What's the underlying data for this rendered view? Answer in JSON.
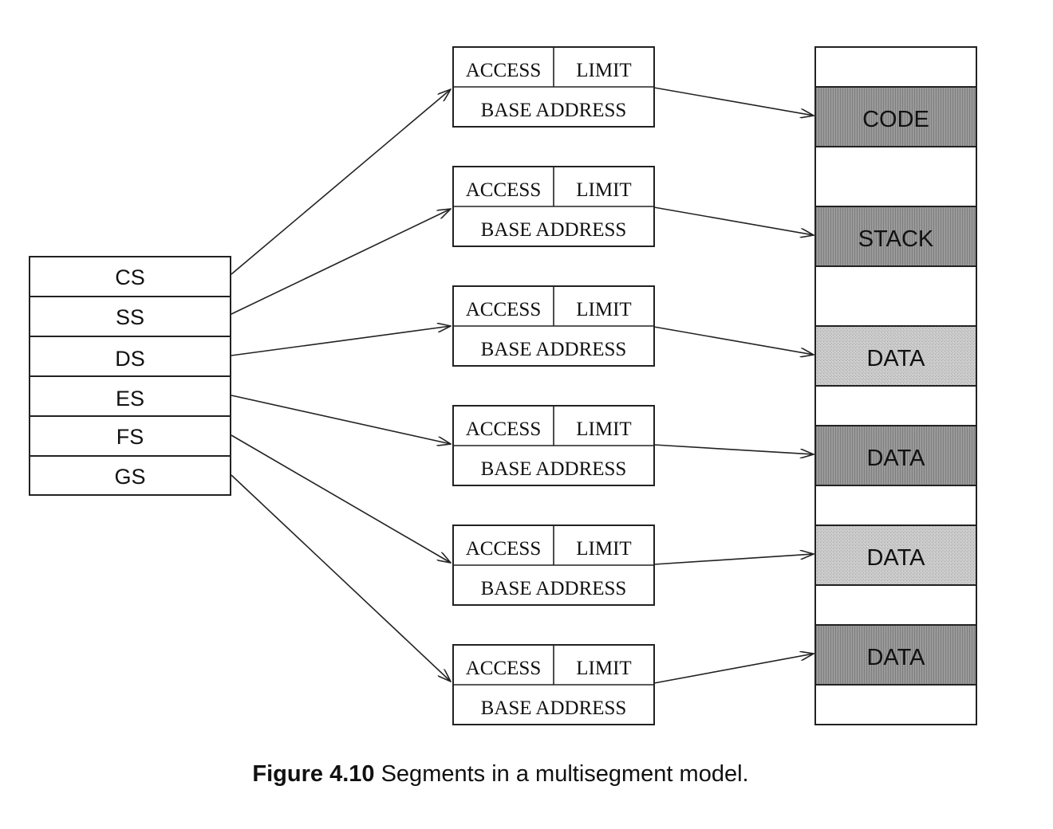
{
  "registers": [
    "CS",
    "SS",
    "DS",
    "ES",
    "FS",
    "GS"
  ],
  "descriptor": {
    "access_label": "ACCESS",
    "limit_label": "LIMIT",
    "base_label": "BASE ADDRESS",
    "count": 6
  },
  "memory_segments": [
    {
      "label": "CODE",
      "shade": "dark"
    },
    {
      "label": "STACK",
      "shade": "dark"
    },
    {
      "label": "DATA",
      "shade": "light"
    },
    {
      "label": "DATA",
      "shade": "dark"
    },
    {
      "label": "DATA",
      "shade": "light"
    },
    {
      "label": "DATA",
      "shade": "dark"
    }
  ],
  "colors": {
    "dark_segment": "#9a9a9a",
    "light_segment": "#c4c4c4",
    "line": "#222222"
  },
  "caption": {
    "number": "Figure 4.10",
    "text": " Segments in a multisegment model."
  }
}
